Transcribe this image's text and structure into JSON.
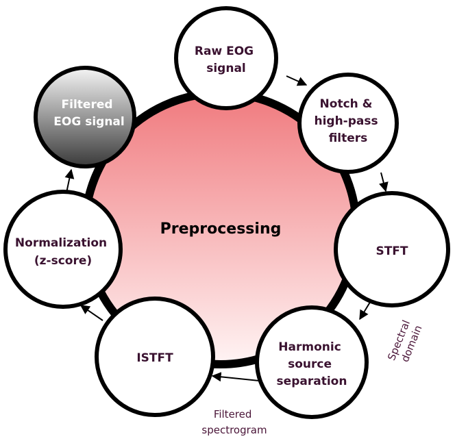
{
  "center": {
    "label": "Preprocessing"
  },
  "nodes": [
    {
      "lines": [
        "Raw EOG",
        "signal"
      ]
    },
    {
      "lines": [
        "Notch &",
        "high-pass",
        "filters"
      ]
    },
    {
      "lines": [
        "STFT"
      ]
    },
    {
      "lines": [
        "Harmonic",
        "source",
        "separation"
      ]
    },
    {
      "lines": [
        "ISTFT"
      ]
    },
    {
      "lines": [
        "Normalization",
        "(z-score)"
      ]
    },
    {
      "lines": [
        "Filtered",
        "EOG signal"
      ]
    }
  ],
  "annotations": {
    "spectral_domain": [
      "Spectral",
      "domain"
    ],
    "filtered_spectrogram": [
      "Filtered",
      "spectrogram"
    ]
  },
  "colors": {
    "center_top": "#f07a7e",
    "center_bottom": "#fff4f4",
    "text_dark": "#3a1230",
    "stroke": "#000000",
    "final_node_top": "#f5f5f5",
    "final_node_bottom": "#3a3a3a"
  }
}
